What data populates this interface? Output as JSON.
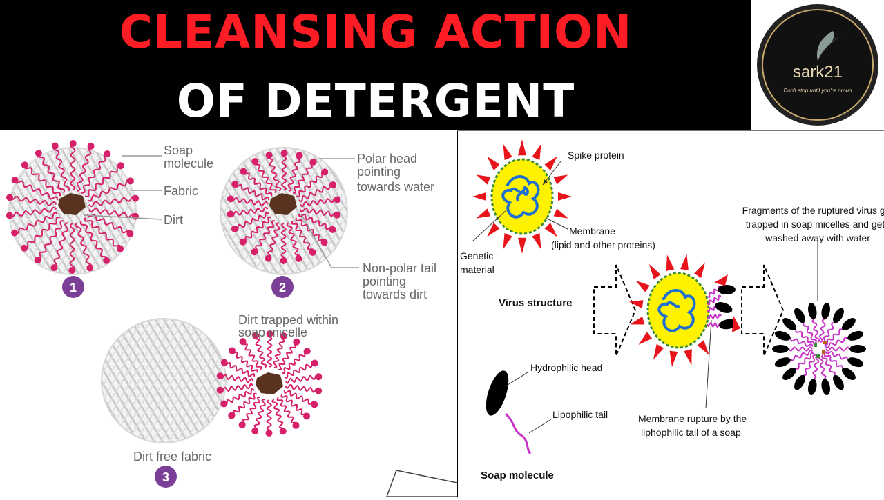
{
  "header": {
    "title_line1": "CLEANSING ACTION",
    "title_line2": "OF DETERGENT",
    "title_line1_color": "#ff1d25",
    "title_line2_color": "#ffffff",
    "background": "#000000"
  },
  "logo": {
    "brand": "sark21",
    "tagline": "Don't stop until you're proud",
    "icon": "feather-icon"
  },
  "left_diagram": {
    "panel1": {
      "number": "1",
      "labels": {
        "soap_molecule": [
          "Soap",
          "molecule"
        ],
        "fabric": "Fabric",
        "dirt": "Dirt"
      }
    },
    "panel2": {
      "number": "2",
      "labels": {
        "polar_head": [
          "Polar head",
          "pointing",
          "towards water"
        ],
        "nonpolar_tail": [
          "Non-polar tail",
          "pointing",
          "towards dirt"
        ]
      }
    },
    "panel3": {
      "number": "3",
      "labels": {
        "micelle": [
          "Dirt trapped within",
          "soap micelle"
        ],
        "dirt_free": "Dirt free fabric"
      }
    },
    "colors": {
      "soap_head": "#d6206a",
      "dirt": "#5a3320",
      "badge": "#7b3f98"
    }
  },
  "right_diagram": {
    "virus_labels": {
      "spike_protein": "Spike protein",
      "membrane": [
        "Membrane",
        "(lipid and other proteins)"
      ],
      "genetic_material": [
        "Genetic",
        "material"
      ],
      "virus_structure": "Virus structure"
    },
    "soap_labels": {
      "hydrophilic_head": "Hydrophilic head",
      "lipophilic_tail": "Lipophilic tail",
      "soap_molecule": "Soap molecule"
    },
    "rupture_label": [
      "Membrane rupture by the",
      "liphophilic tail of a soap"
    ],
    "fragments_label": [
      "Fragments of the ruptured virus get",
      "trapped in soap micelles and gets",
      "washed away with water"
    ],
    "colors": {
      "spike": "#e8141c",
      "virus_body": "#fff200",
      "genetic": "#1f6fd1",
      "membrane_dots": "#3a8a3a",
      "tail": "#c832c8"
    }
  }
}
